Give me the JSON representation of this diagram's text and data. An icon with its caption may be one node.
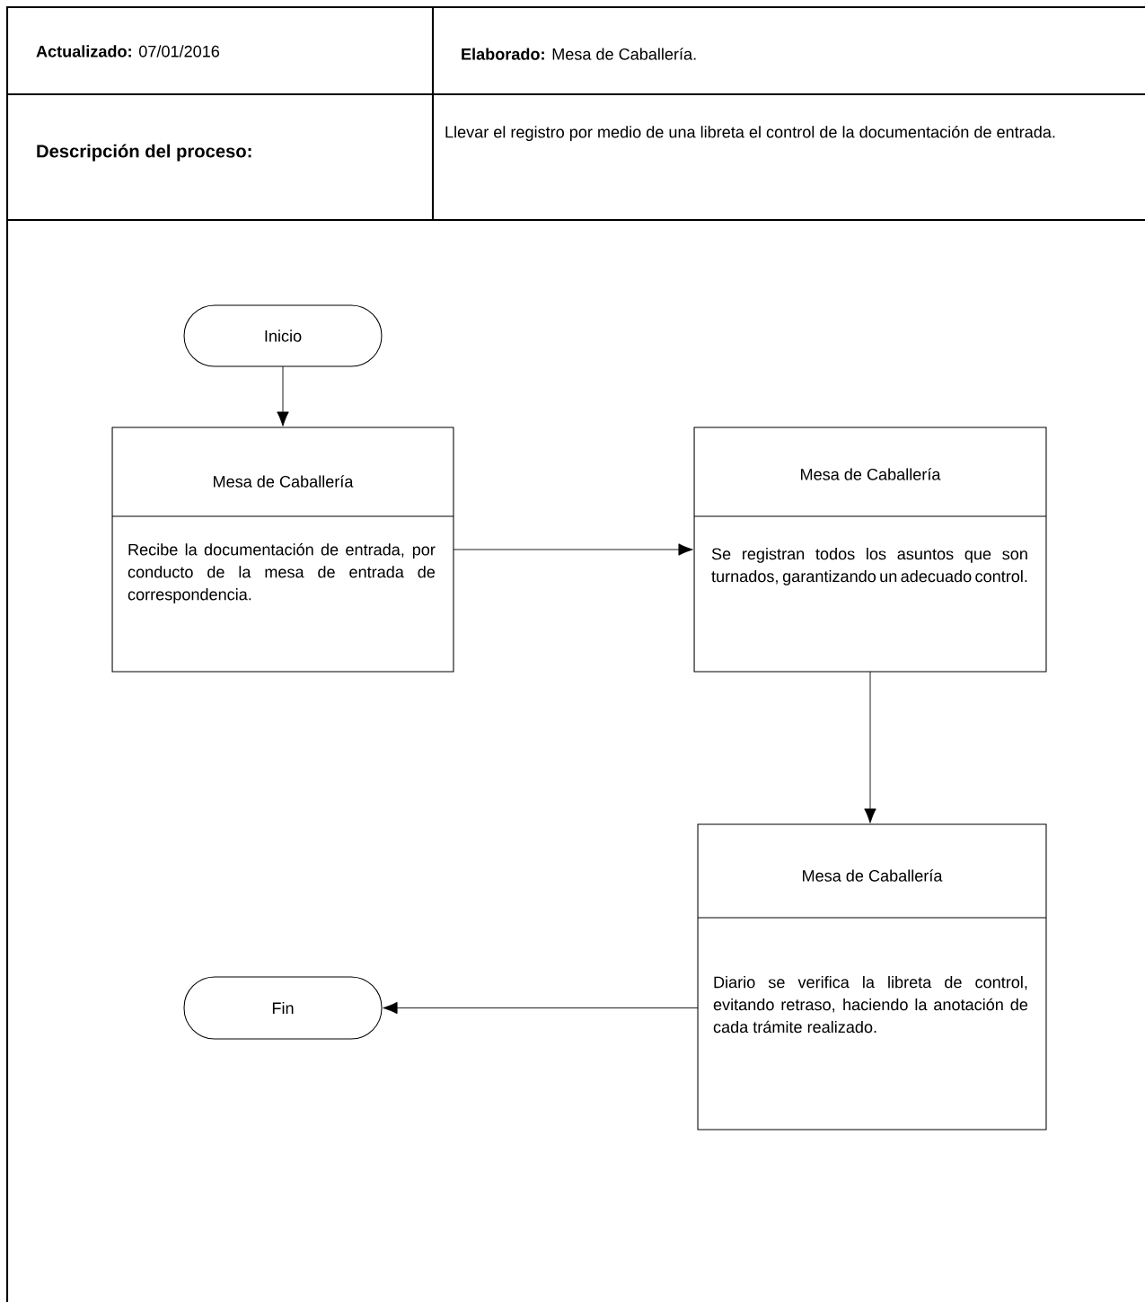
{
  "diagram": {
    "nodes": [
      {
        "text": [
          "Inicio"
        ]
      },
      {
        "text": [
          "Mesa de Caballería",
          "Recibe la documentación de entrada, por conducto de la mesa de entrada de correspondencia."
        ]
      },
      {
        "text": [
          "Mesa de Caballería",
          "Se registran todos los asuntos que son turnados, garantizando un adecuado control."
        ]
      },
      {
        "text": [
          "Mesa de Caballería",
          "Diario se verifica la libreta de control, evitando retraso, haciendo la anotación de cada trámite realizado."
        ]
      },
      {
        "text": [
          "Fin"
        ]
      }
    ],
    "edges": [
      {
        "from": 0,
        "to": 1,
        "arrow": "to"
      },
      {
        "from": 1,
        "to": 2,
        "arrow": "to"
      },
      {
        "from": 2,
        "to": 3,
        "arrow": "to"
      },
      {
        "from": 3,
        "to": 4,
        "arrow": "to"
      }
    ],
    "labels": [
      "**Actualizado:** 07/01/2016",
      "**Elaborado:** Mesa de Caballería.",
      "Descripción del proceso:",
      "Llevar el registro por medio de una libreta el control de la documentación de entrada."
    ]
  }
}
